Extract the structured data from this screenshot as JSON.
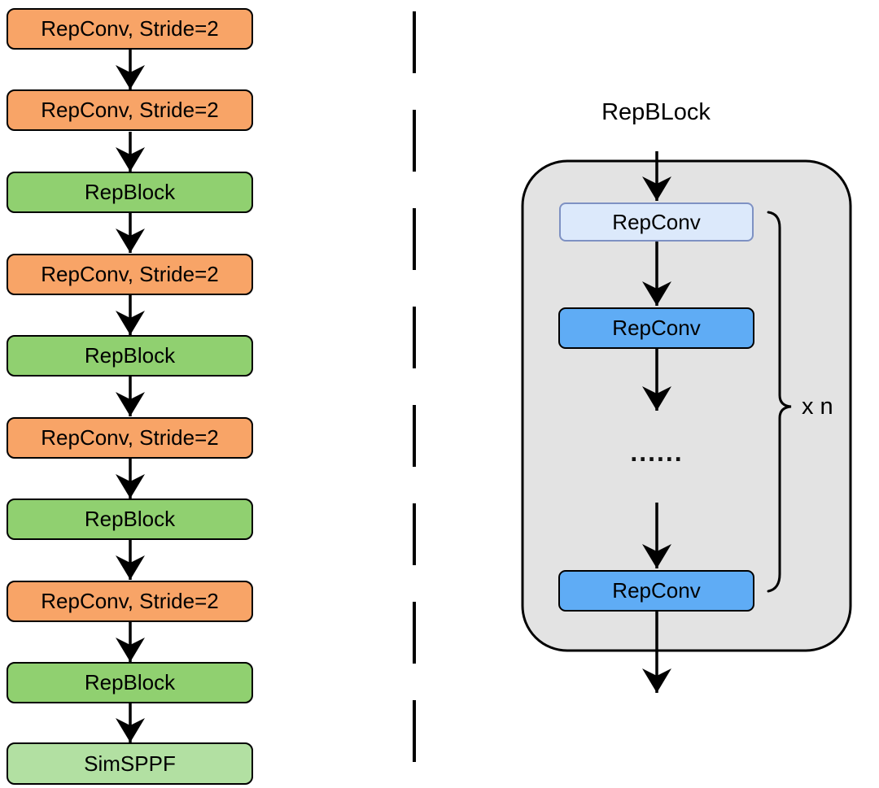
{
  "diagram": {
    "backbone": {
      "nodes": [
        {
          "label": "RepConv, Stride=2",
          "type": "repconv"
        },
        {
          "label": "RepConv, Stride=2",
          "type": "repconv"
        },
        {
          "label": "RepBlock",
          "type": "repblock"
        },
        {
          "label": "RepConv, Stride=2",
          "type": "repconv"
        },
        {
          "label": "RepBlock",
          "type": "repblock"
        },
        {
          "label": "RepConv, Stride=2",
          "type": "repconv"
        },
        {
          "label": "RepBlock",
          "type": "repblock"
        },
        {
          "label": "RepConv, Stride=2",
          "type": "repconv"
        },
        {
          "label": "RepBlock",
          "type": "repblock"
        },
        {
          "label": "SimSPPF",
          "type": "simsppf"
        }
      ]
    },
    "detail": {
      "title": "RepBLock",
      "nodes": [
        {
          "label": "RepConv",
          "style": "light"
        },
        {
          "label": "RepConv",
          "style": "solid"
        },
        {
          "label": "RepConv",
          "style": "solid"
        }
      ],
      "ellipsis": "......",
      "repeat_label": "x n"
    },
    "colors": {
      "repconv_fill": "#F8A467",
      "repblock_fill": "#90D070",
      "simsppf_fill": "#B2E0A2",
      "detail_light_fill": "#DCE9FB",
      "detail_light_border": "#7E91C3",
      "detail_solid_fill": "#5FACF5",
      "container_fill": "#E3E3E3",
      "stroke": "#000000"
    }
  }
}
